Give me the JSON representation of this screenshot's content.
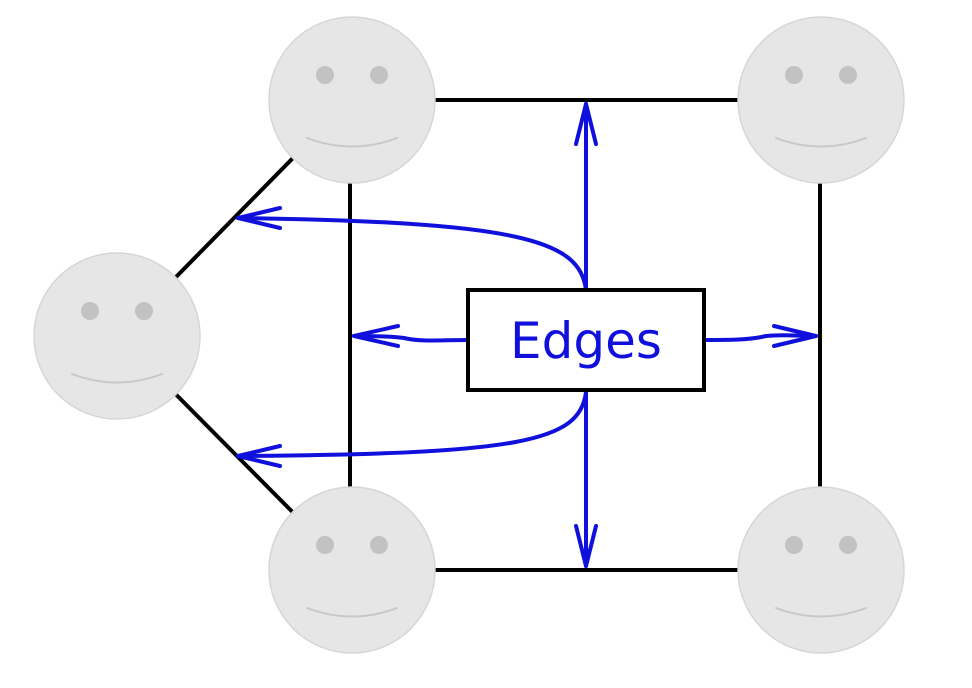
{
  "diagram": {
    "label": "Edges",
    "colors": {
      "edge": "#000000",
      "callout": "#1010dd",
      "node_fill": "#e6e6e6",
      "node_feature": "#c2c2c2",
      "background": "#ffffff"
    },
    "nodes": [
      {
        "id": "top-left-face",
        "icon": "smiley-face-icon"
      },
      {
        "id": "top-right-face",
        "icon": "smiley-face-icon"
      },
      {
        "id": "left-face",
        "icon": "smiley-face-icon"
      },
      {
        "id": "bottom-left-face",
        "icon": "smiley-face-icon"
      },
      {
        "id": "bottom-right-face",
        "icon": "smiley-face-icon"
      }
    ],
    "edges": [
      {
        "from": "top-left-face",
        "to": "top-right-face"
      },
      {
        "from": "top-left-face",
        "to": "left-face"
      },
      {
        "from": "top-left-face",
        "to": "bottom-left-face"
      },
      {
        "from": "top-right-face",
        "to": "bottom-right-face"
      },
      {
        "from": "left-face",
        "to": "bottom-left-face"
      },
      {
        "from": "bottom-left-face",
        "to": "bottom-right-face"
      }
    ]
  }
}
